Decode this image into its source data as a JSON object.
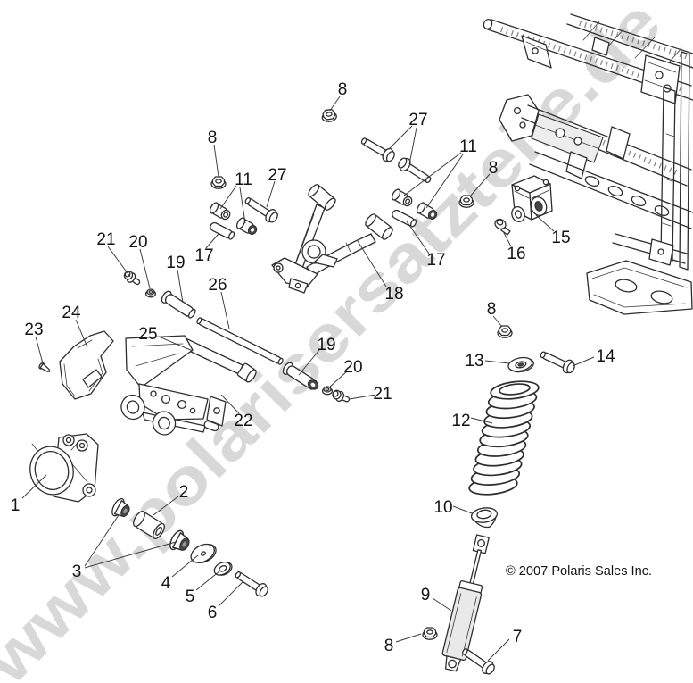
{
  "figure": {
    "watermark": "www.polarisersatzteile.de",
    "copyright": "© 2007 Polaris Sales Inc."
  },
  "colors": {
    "bg": "#ffffff",
    "line": "#2e2e2e",
    "watermark": "#d2d2d2",
    "label": "#141414",
    "shade": "#ededed",
    "dark": "#474747",
    "body": "#e9e9e9"
  },
  "part_numbers_visible": [
    "1",
    "2",
    "3",
    "4",
    "5",
    "6",
    "7",
    "8",
    "9",
    "10",
    "11",
    "12",
    "13",
    "14",
    "15",
    "16",
    "17",
    "18",
    "19",
    "20",
    "21",
    "22",
    "23",
    "24",
    "25",
    "26",
    "27"
  ],
  "callouts": [
    {
      "id": "callout-1",
      "label": "1"
    },
    {
      "id": "callout-2",
      "label": "2"
    },
    {
      "id": "callout-3",
      "label": "3"
    },
    {
      "id": "callout-4",
      "label": "4"
    },
    {
      "id": "callout-5",
      "label": "5"
    },
    {
      "id": "callout-6",
      "label": "6"
    },
    {
      "id": "callout-7",
      "label": "7"
    },
    {
      "id": "callout-8-shock",
      "label": "8"
    },
    {
      "id": "callout-9",
      "label": "9"
    },
    {
      "id": "callout-10",
      "label": "10"
    },
    {
      "id": "callout-12",
      "label": "12"
    },
    {
      "id": "callout-13",
      "label": "13"
    },
    {
      "id": "callout-14",
      "label": "14"
    },
    {
      "id": "callout-8-spring",
      "label": "8"
    },
    {
      "id": "callout-15",
      "label": "15"
    },
    {
      "id": "callout-16",
      "label": "16"
    },
    {
      "id": "callout-8-bracket",
      "label": "8"
    },
    {
      "id": "callout-11-right",
      "label": "11"
    },
    {
      "id": "callout-27-right",
      "label": "27"
    },
    {
      "id": "callout-8-top",
      "label": "8"
    },
    {
      "id": "callout-8-left",
      "label": "8"
    },
    {
      "id": "callout-11-left",
      "label": "11"
    },
    {
      "id": "callout-27-left",
      "label": "27"
    },
    {
      "id": "callout-17-left",
      "label": "17"
    },
    {
      "id": "callout-17-right",
      "label": "17"
    },
    {
      "id": "callout-18",
      "label": "18"
    },
    {
      "id": "callout-26",
      "label": "26"
    },
    {
      "id": "callout-19-left",
      "label": "19"
    },
    {
      "id": "callout-20-left",
      "label": "20"
    },
    {
      "id": "callout-21-left",
      "label": "21"
    },
    {
      "id": "callout-23",
      "label": "23"
    },
    {
      "id": "callout-24",
      "label": "24"
    },
    {
      "id": "callout-25",
      "label": "25"
    },
    {
      "id": "callout-22",
      "label": "22"
    },
    {
      "id": "callout-19-right",
      "label": "19"
    },
    {
      "id": "callout-20-right",
      "label": "20"
    },
    {
      "id": "callout-21-right",
      "label": "21"
    }
  ]
}
